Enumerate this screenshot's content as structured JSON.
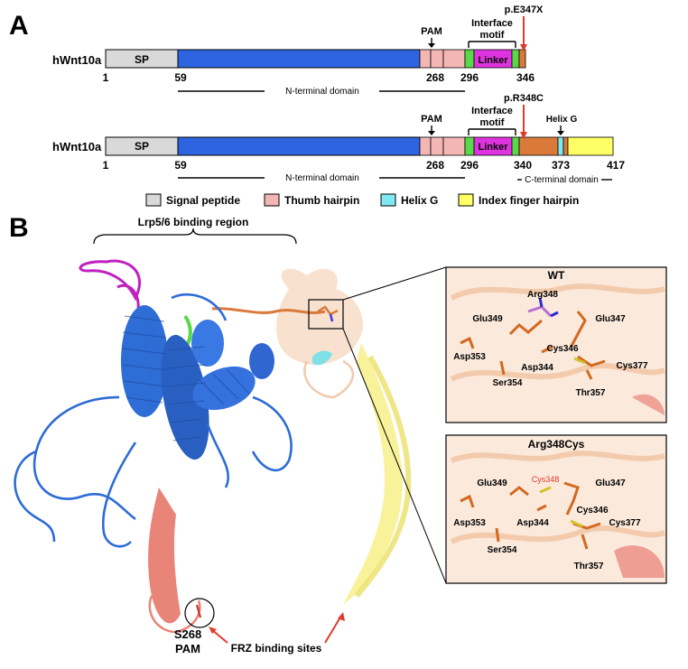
{
  "panel_a": {
    "letter": "A",
    "track1": {
      "name": "hWnt10a",
      "sp_label": "SP",
      "linker_label": "Linker",
      "pam_label": "PAM",
      "interface_label_1": "Interface",
      "interface_label_2": "motif",
      "mutation": "p.E347X",
      "pos_1": "1",
      "pos_59": "59",
      "pos_268": "268",
      "pos_296": "296",
      "pos_346": "346",
      "domain_label": "N-terminal domain"
    },
    "track2": {
      "name": "hWnt10a",
      "sp_label": "SP",
      "linker_label": "Linker",
      "pam_label": "PAM",
      "interface_label_1": "Interface",
      "interface_label_2": "motif",
      "helix_label": "Helix G",
      "mutation": "p.R348C",
      "pos_1": "1",
      "pos_59": "59",
      "pos_268": "268",
      "pos_296": "296",
      "pos_340": "340",
      "pos_373": "373",
      "pos_417": "417",
      "domain_label_n": "N-terminal domain",
      "domain_label_c": "C-terminal domain"
    },
    "legend": [
      {
        "label": "Signal peptide",
        "color": "#d9d9d9"
      },
      {
        "label": "Thumb hairpin",
        "color": "#f4b6b4"
      },
      {
        "label": "Helix G",
        "color": "#7fe8f0"
      },
      {
        "label": "Index finger hairpin",
        "color": "#ffff66"
      }
    ],
    "colors": {
      "sp": "#d9d9d9",
      "n_domain": "#2f64e0",
      "thumb": "#f4b6b4",
      "interface": "#5ad84a",
      "linker": "#e033e0",
      "c_domain": "#d97a3a",
      "helix": "#7fe8f0",
      "index": "#ffff66",
      "mutation_arrow": "#e03b2b"
    }
  },
  "panel_b": {
    "letter": "B",
    "lrp_label": "Lrp5/6 binding region",
    "s268_label_1": "S268",
    "s268_label_2": "PAM",
    "frz_label": "FRZ binding sites",
    "inset_wt": {
      "title": "WT",
      "residues": [
        "Arg348",
        "Glu349",
        "Glu347",
        "Asp353",
        "Cys346",
        "Asp344",
        "Cys377",
        "Ser354",
        "Thr357"
      ]
    },
    "inset_mut": {
      "title": "Arg348Cys",
      "residues": [
        "Cys348",
        "Glu349",
        "Glu347",
        "Cys346",
        "Asp353",
        "Asp344",
        "Cys377",
        "Ser354",
        "Thr357"
      ],
      "highlight_color": "#e03b2b"
    }
  }
}
